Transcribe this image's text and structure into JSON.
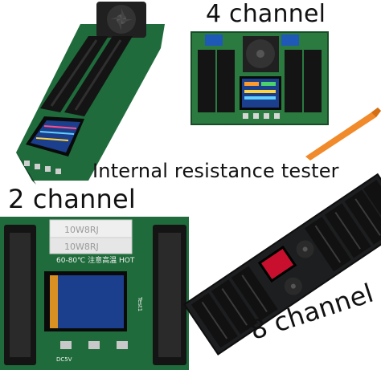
{
  "captions": {
    "four_channel": "4 channel",
    "tester": "Internal resistance tester",
    "two_channel": "2 channel",
    "eight_channel": "8 channel"
  },
  "board_markings": {
    "resistor_top": "10W8RJ",
    "resistor_bottom": "10W8RJ",
    "temp_warning": "60-80℃ 注意高温 HOT",
    "side_label": "Test1",
    "port_label": "DC5V"
  },
  "colors": {
    "pcb_green": "#1f6b3b",
    "pcb_black": "#1c1e20",
    "battery_holder": "#141414",
    "resistor": "#efefef",
    "lcd_screen": "#1b3f8c",
    "fan": "#202020",
    "pry_tool": "#f08a2a",
    "terminal_block": "#1f59b8"
  },
  "icons": {
    "fan": "cooling-fan",
    "screen": "lcd-display",
    "tool": "pry-tool"
  }
}
